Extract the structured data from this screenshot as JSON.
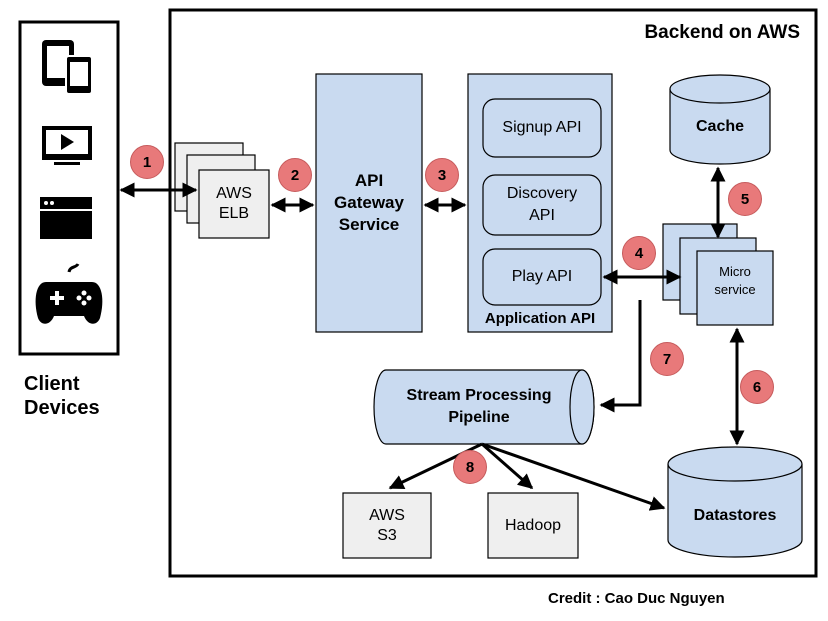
{
  "title": "Backend on AWS",
  "client_label": "Client\nDevices",
  "credit": "Credit : Cao Duc Nguyen",
  "icons": [
    "tablet-phone-icon",
    "tv-play-icon",
    "browser-window-icon",
    "gamepad-icon"
  ],
  "nodes": {
    "elb": "AWS\nELB",
    "gateway": "API\nGateway\nService",
    "app_api_title": "Application API",
    "signup": "Signup API",
    "discovery": "Discovery\nAPI",
    "play": "Play API",
    "cache": "Cache",
    "micro": "Micro\nservice",
    "stream": "Stream Processing\nPipeline",
    "s3": "AWS\nS3",
    "hadoop": "Hadoop",
    "datastores": "Datastores"
  },
  "steps": [
    "1",
    "2",
    "3",
    "4",
    "5",
    "6",
    "7",
    "8"
  ],
  "colors": {
    "light_blue": "#c9daf0",
    "gray_box": "#efefef",
    "badge": "#e8797a"
  }
}
